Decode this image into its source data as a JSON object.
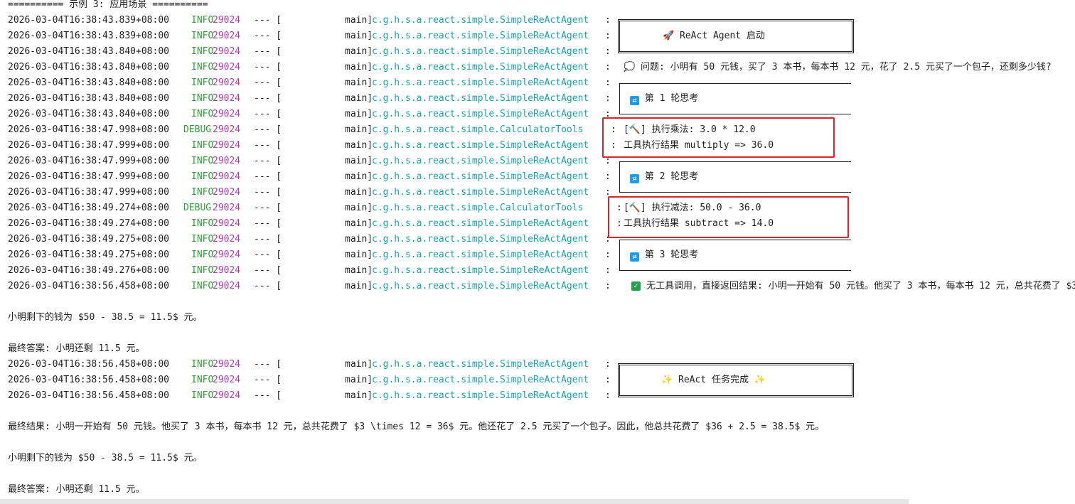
{
  "header": "========== 示例 3: 应用场景 ==========",
  "log": [
    {
      "ts": "2026-03-04T16:38:43.839+08:00",
      "lvl": "INFO",
      "pid": "29024",
      "thread": "main",
      "logger": "c.g.h.s.a.react.simple.SimpleReActAgent",
      "msg": ""
    },
    {
      "ts": "2026-03-04T16:38:43.839+08:00",
      "lvl": "INFO",
      "pid": "29024",
      "thread": "main",
      "logger": "c.g.h.s.a.react.simple.SimpleReActAgent",
      "msg": ""
    },
    {
      "ts": "2026-03-04T16:38:43.840+08:00",
      "lvl": "INFO",
      "pid": "29024",
      "thread": "main",
      "logger": "c.g.h.s.a.react.simple.SimpleReActAgent",
      "msg": ""
    },
    {
      "ts": "2026-03-04T16:38:43.840+08:00",
      "lvl": "INFO",
      "pid": "29024",
      "thread": "main",
      "logger": "c.g.h.s.a.react.simple.SimpleReActAgent",
      "msg": "💭 问题: 小明有 50 元钱，买了 3 本书，每本书 12 元，花了 2.5 元买了一个包子，还剩多少钱?"
    },
    {
      "ts": "2026-03-04T16:38:43.840+08:00",
      "lvl": "INFO",
      "pid": "29024",
      "thread": "main",
      "logger": "c.g.h.s.a.react.simple.SimpleReActAgent",
      "msg": ""
    },
    {
      "ts": "2026-03-04T16:38:43.840+08:00",
      "lvl": "INFO",
      "pid": "29024",
      "thread": "main",
      "logger": "c.g.h.s.a.react.simple.SimpleReActAgent",
      "msg": ""
    },
    {
      "ts": "2026-03-04T16:38:43.840+08:00",
      "lvl": "INFO",
      "pid": "29024",
      "thread": "main",
      "logger": "c.g.h.s.a.react.simple.SimpleReActAgent",
      "msg": ""
    },
    {
      "ts": "2026-03-04T16:38:47.998+08:00",
      "lvl": "DEBUG",
      "pid": "29024",
      "thread": "main",
      "logger": "c.g.h.s.a.react.simple.CalculatorTools",
      "msg": "[🔨] 执行乘法: 3.0 * 12.0"
    },
    {
      "ts": "2026-03-04T16:38:47.999+08:00",
      "lvl": "INFO",
      "pid": "29024",
      "thread": "main",
      "logger": "c.g.h.s.a.react.simple.SimpleReActAgent",
      "msg": "工具执行结果 multiply => 36.0"
    },
    {
      "ts": "2026-03-04T16:38:47.999+08:00",
      "lvl": "INFO",
      "pid": "29024",
      "thread": "main",
      "logger": "c.g.h.s.a.react.simple.SimpleReActAgent",
      "msg": ""
    },
    {
      "ts": "2026-03-04T16:38:47.999+08:00",
      "lvl": "INFO",
      "pid": "29024",
      "thread": "main",
      "logger": "c.g.h.s.a.react.simple.SimpleReActAgent",
      "msg": ""
    },
    {
      "ts": "2026-03-04T16:38:47.999+08:00",
      "lvl": "INFO",
      "pid": "29024",
      "thread": "main",
      "logger": "c.g.h.s.a.react.simple.SimpleReActAgent",
      "msg": ""
    },
    {
      "ts": "2026-03-04T16:38:49.274+08:00",
      "lvl": "DEBUG",
      "pid": "29024",
      "thread": "main",
      "logger": "c.g.h.s.a.react.simple.CalculatorTools",
      "msg": "[🔨] 执行减法: 50.0 - 36.0"
    },
    {
      "ts": "2026-03-04T16:38:49.274+08:00",
      "lvl": "INFO",
      "pid": "29024",
      "thread": "main",
      "logger": "c.g.h.s.a.react.simple.SimpleReActAgent",
      "msg": "工具执行结果 subtract => 14.0"
    },
    {
      "ts": "2026-03-04T16:38:49.275+08:00",
      "lvl": "INFO",
      "pid": "29024",
      "thread": "main",
      "logger": "c.g.h.s.a.react.simple.SimpleReActAgent",
      "msg": ""
    },
    {
      "ts": "2026-03-04T16:38:49.275+08:00",
      "lvl": "INFO",
      "pid": "29024",
      "thread": "main",
      "logger": "c.g.h.s.a.react.simple.SimpleReActAgent",
      "msg": ""
    },
    {
      "ts": "2026-03-04T16:38:49.276+08:00",
      "lvl": "INFO",
      "pid": "29024",
      "thread": "main",
      "logger": "c.g.h.s.a.react.simple.SimpleReActAgent",
      "msg": ""
    },
    {
      "ts": "2026-03-04T16:38:56.458+08:00",
      "lvl": "INFO",
      "pid": "29024",
      "thread": "main",
      "logger": "c.g.h.s.a.react.simple.SimpleReActAgent",
      "msg": "无工具调用，直接返回结果: 小明一开始有 50 元钱。他买了 3 本书，每本书 12 元，总共花费了 $3"
    }
  ],
  "boxes": {
    "start": "🚀 ReAct Agent 启动",
    "round1": "第 1 轮思考",
    "round2": "第 2 轮思考",
    "round3": "第 3 轮思考",
    "done": "✨ ReAct 任务完成 ✨"
  },
  "mid": {
    "line1": "小明剩下的钱为 $50 - 38.5 = 11.5$ 元。",
    "line2": "最终答案: 小明还剩 11.5 元。"
  },
  "log2": [
    {
      "ts": "2026-03-04T16:38:56.458+08:00",
      "lvl": "INFO",
      "pid": "29024",
      "thread": "main",
      "logger": "c.g.h.s.a.react.simple.SimpleReActAgent"
    },
    {
      "ts": "2026-03-04T16:38:56.458+08:00",
      "lvl": "INFO",
      "pid": "29024",
      "thread": "main",
      "logger": "c.g.h.s.a.react.simple.SimpleReActAgent"
    },
    {
      "ts": "2026-03-04T16:38:56.458+08:00",
      "lvl": "INFO",
      "pid": "29024",
      "thread": "main",
      "logger": "c.g.h.s.a.react.simple.SimpleReActAgent"
    }
  ],
  "final": {
    "line1": "最终结果: 小明一开始有 50 元钱。他买了 3 本书，每本书 12 元，总共花费了 $3 \\times 12 = 36$ 元。他还花了 2.5 元买了一个包子。因此，他总共花费了 $36 + 2.5 = 38.5$ 元。",
    "line2": "小明剩下的钱为 $50 - 38.5 = 11.5$ 元。",
    "line3": "最终答案: 小明还剩 11.5 元。"
  },
  "colors": {
    "info": "#2f9e35",
    "pid": "#b03ab0",
    "logger": "#18a3a8",
    "highlight": "#e0202a"
  }
}
